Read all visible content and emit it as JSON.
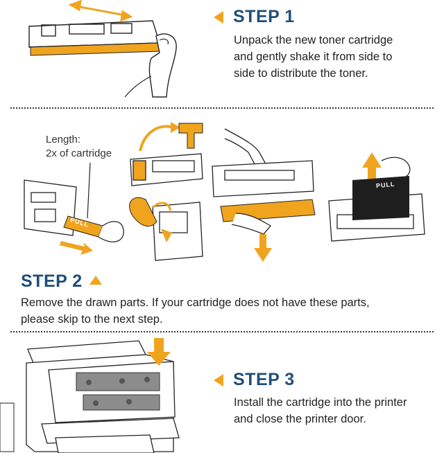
{
  "colors": {
    "heading": "#1f4e79",
    "accent": "#f0a41e",
    "line": "#333333"
  },
  "step1": {
    "title": "STEP 1",
    "lines": [
      "Unpack the new toner cartridge",
      "and gently shake it from side to",
      "side to distribute the toner."
    ]
  },
  "step2": {
    "title": "STEP 2",
    "lines": [
      "Remove the drawn parts. If your cartridge does not have these parts,",
      "please skip to the next step."
    ],
    "length_label": [
      "Length:",
      "2x of cartridge"
    ],
    "pull_tab": "PULL",
    "pull_sheet": "PULL"
  },
  "step3": {
    "title": "STEP 3",
    "lines": [
      "Install the cartridge into the printer",
      "and close the printer door."
    ]
  }
}
